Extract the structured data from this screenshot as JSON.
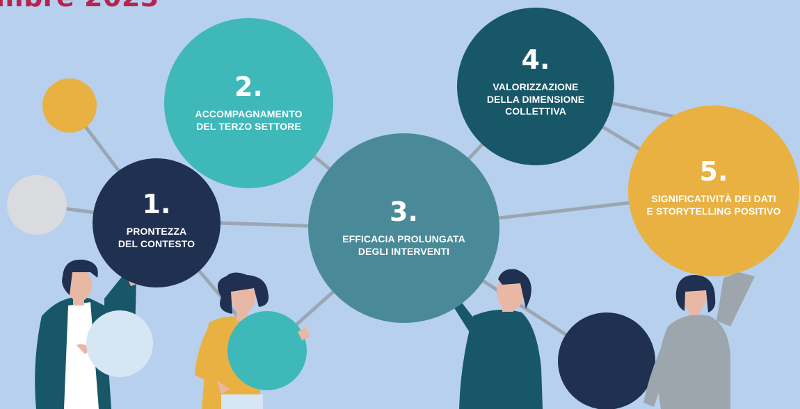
{
  "header": {
    "title_fragment": "mbre 2023"
  },
  "colors": {
    "background": "#b7d0ee",
    "navy": "#1f3050",
    "turquoise": "#3fb8ba",
    "petrol": "#4a8a98",
    "dark_teal": "#175767",
    "amber": "#e9b142",
    "light_grey": "#d9dbde",
    "pale_blue": "#d6e6f5",
    "connector": "#9aa7b2",
    "title_red": "#b8234f"
  },
  "nodes": [
    {
      "number": "1.",
      "lines": [
        "PRONTEZZA",
        "DEL CONTESTO"
      ],
      "color": "navy"
    },
    {
      "number": "2.",
      "lines": [
        "ACCOMPAGNAMENTO",
        "DEL TERZO SETTORE"
      ],
      "color": "turquoise"
    },
    {
      "number": "3.",
      "lines": [
        "EFFICACIA PROLUNGATA",
        "DEGLI INTERVENTI"
      ],
      "color": "petrol"
    },
    {
      "number": "4.",
      "lines": [
        "VALORIZZAZIONE",
        "DELLA DIMENSIONE",
        "COLLETTIVA"
      ],
      "color": "dark_teal"
    },
    {
      "number": "5.",
      "lines": [
        "SIGNIFICATIVITÀ DEI DATI",
        "E STORYTELLING POSITIVO"
      ],
      "color": "amber"
    }
  ]
}
